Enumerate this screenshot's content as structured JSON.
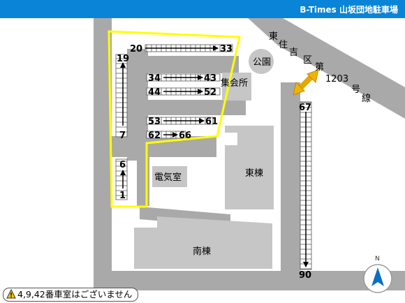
{
  "header": {
    "title": "B-Times  山坂団地駐車場"
  },
  "map": {
    "boundary_color": "#ffff00",
    "road_color": "#a9a9a9",
    "building_color": "#c6c6c6",
    "labels": {
      "park": "公園",
      "meeting_hall": "集会所",
      "electric_room": "電気室",
      "east_building": "東棟",
      "south_building": "南棟",
      "road_name_chars": [
        "東",
        "住",
        "吉",
        "区",
        "第",
        "1203",
        "号",
        "線"
      ]
    },
    "parking_rows": [
      {
        "start": "20",
        "end": "33"
      },
      {
        "start": "34",
        "end": "43"
      },
      {
        "start": "44",
        "end": "52"
      },
      {
        "start": "53",
        "end": "61"
      },
      {
        "start": "62",
        "end": "66"
      }
    ],
    "vertical_rows": [
      {
        "top": "19",
        "bottom": "7"
      },
      {
        "top": "6",
        "bottom": "1"
      },
      {
        "top": "67",
        "bottom": "90"
      }
    ],
    "compass": {
      "label": "N",
      "icon": "north-compass-icon"
    },
    "entrance_icon": "double-arrow-entrance-icon"
  },
  "notice": {
    "icon": "warning-triangle-icon",
    "text": "4,9,42番車室はございません"
  }
}
